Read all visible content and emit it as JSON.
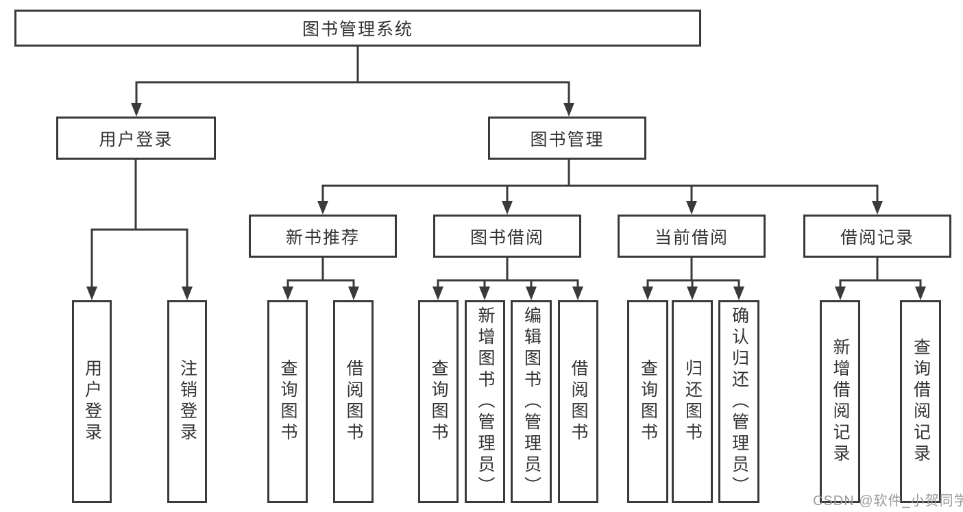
{
  "colors": {
    "line": "#3a3a3a",
    "text": "#333333",
    "background": "#ffffff",
    "watermark_text_color": "#9b9b9b"
  },
  "watermark": {
    "text": "CSDN @软件_小贺同学"
  },
  "tree": {
    "label": "图书管理系统",
    "children": [
      {
        "label": "用户登录",
        "children": [
          {
            "label": "用户登录"
          },
          {
            "label": "注销登录"
          }
        ]
      },
      {
        "label": "图书管理",
        "children": [
          {
            "label": "新书推荐",
            "children": [
              {
                "label": "查询图书"
              },
              {
                "label": "借阅图书"
              }
            ]
          },
          {
            "label": "图书借阅",
            "children": [
              {
                "label": "查询图书"
              },
              {
                "label": "新增图书（管理员）"
              },
              {
                "label": "编辑图书（管理员）"
              },
              {
                "label": "借阅图书"
              }
            ]
          },
          {
            "label": "当前借阅",
            "children": [
              {
                "label": "查询图书"
              },
              {
                "label": "归还图书"
              },
              {
                "label": "确认归还（管理员）"
              }
            ]
          },
          {
            "label": "借阅记录",
            "children": [
              {
                "label": "新增借阅记录"
              },
              {
                "label": "查询借阅记录"
              }
            ]
          }
        ]
      }
    ]
  }
}
